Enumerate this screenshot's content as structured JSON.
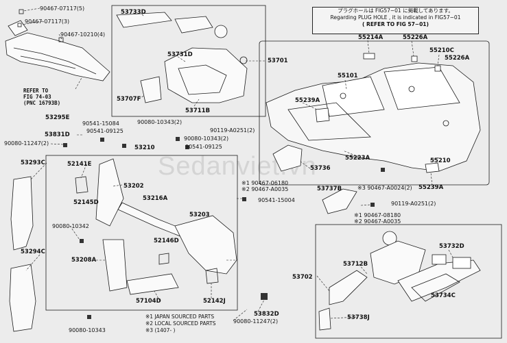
{
  "note": {
    "line1": "プラグホールは FIG57−01 に掲載してあります。",
    "line2": "Regarding PLUG HOLE , it is indicated in FIG57−01",
    "line3": "( REFER TO FIG 57−01)"
  },
  "refer_fig74": {
    "line1": "REFER TO",
    "line2": "FIG 74-03",
    "line3": "(PNC 16793B)"
  },
  "footnotes": {
    "n1": "※1 JAPAN SOURCED PARTS",
    "n2": "※2 LOCAL SOURCED PARTS",
    "n3": "※3 (1407-        )"
  },
  "watermark": "Sedanviet.vn",
  "labels": {
    "p90467_07117_5": "90467-07117(5)",
    "p90467_07117_3": "90467-07117(3)",
    "p90467_10210_4": "90467-10210(4)",
    "p53295E": "53295E",
    "p53733D": "53733D",
    "p53731D": "53731D",
    "p53707F": "53707F",
    "p53711B": "53711B",
    "p53701": "53701",
    "p55214A": "55214A",
    "p55226A_top": "55226A",
    "p55210C": "55210C",
    "p55226A_right": "55226A",
    "p55101": "55101",
    "p55239A_top": "55239A",
    "p55223A": "55223A",
    "p55210": "55210",
    "p53736": "53736",
    "p55239A_bottom": "55239A",
    "p90119_A0251_a": "90119-A0251(2)",
    "p90080_10343_a": "90080-10343(2)",
    "p90080_10343_b": "90080-10343(2)",
    "p90541_09125_b": "90541-09125",
    "p90541_15084": "90541-15084",
    "p90541_09125_a": "90541-09125",
    "p53831D": "53831D",
    "p90080_11247_a": "90080-11247(2)",
    "p53210": "53210",
    "p53293C": "53293C",
    "p52141E": "52141E",
    "p53202": "53202",
    "p52145D": "52145D",
    "p53216A": "53216A",
    "p53203": "53203",
    "p90080_10342": "90080-10342",
    "p90467_06180": "※1 90467-06180",
    "p90467_A0035_a": "※2 90467-A0035",
    "p90541_15004": "90541-15004",
    "p53737B": "53737B",
    "p90467_A0024": "※3 90467-A0024(2)",
    "p90119_A0251_b": "90119-A0251(2)",
    "p90467_08180": "※1 90467-08180",
    "p90467_A0035_b": "※2 90467-A0035",
    "p53294C": "53294C",
    "p53208A": "53208A",
    "p52146D": "52146D",
    "p57104D": "57104D",
    "p52142J": "52142J",
    "p53832D": "53832D",
    "p90080_11247_b": "90080-11247(2)",
    "p90080_10343_c": "90080-10343",
    "p53702": "53702",
    "p53732D": "53732D",
    "p53712B": "53712B",
    "p53734C": "53734C",
    "p53738J": "53738J"
  }
}
